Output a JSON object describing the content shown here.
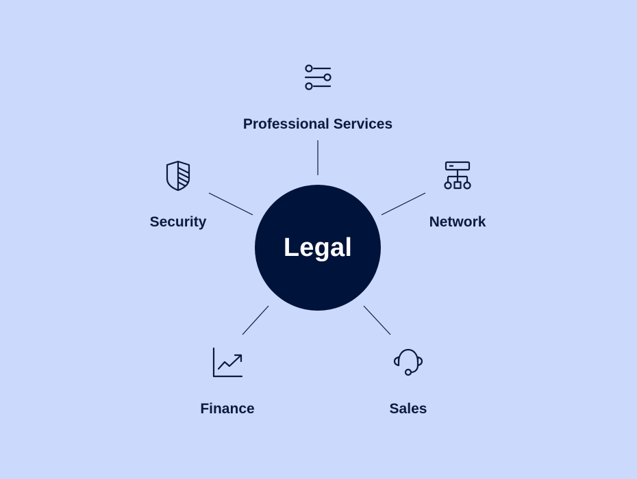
{
  "center": {
    "label": "Legal"
  },
  "nodes": [
    {
      "id": "professional-services",
      "label": "Professional Services",
      "icon": "sliders-icon"
    },
    {
      "id": "security",
      "label": "Security",
      "icon": "shield-icon"
    },
    {
      "id": "network",
      "label": "Network",
      "icon": "network-icon"
    },
    {
      "id": "finance",
      "label": "Finance",
      "icon": "line-chart-icon"
    },
    {
      "id": "sales",
      "label": "Sales",
      "icon": "headset-icon"
    }
  ],
  "colors": {
    "background": "#CBD9FD",
    "hub": "#00133A",
    "hub_text": "#FFFFFF",
    "ink": "#0B1A3F"
  }
}
